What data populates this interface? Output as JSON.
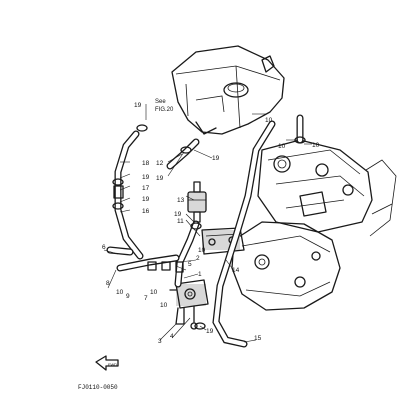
{
  "figure_code": "FJ0110-0050",
  "see_note": {
    "line1": "See",
    "line2": "FIG.20"
  },
  "front_marker": "FWD",
  "callouts": {
    "c1": "1",
    "c2": "2",
    "c3": "3",
    "c4": "4",
    "c5": "5",
    "c6": "6",
    "c7": "7",
    "c8": "8",
    "c9": "9",
    "c10a": "10",
    "c10b": "10",
    "c10c": "10",
    "c10d": "10",
    "c10e": "10",
    "c10f": "10",
    "c10g": "10",
    "c11": "11",
    "c12": "12",
    "c13": "13",
    "c14": "14",
    "c15": "15",
    "c16": "16",
    "c17": "17",
    "c18": "18",
    "c19a": "19",
    "c19b": "19",
    "c19c": "19",
    "c19d": "19",
    "c19e": "19",
    "c19f": "19"
  }
}
